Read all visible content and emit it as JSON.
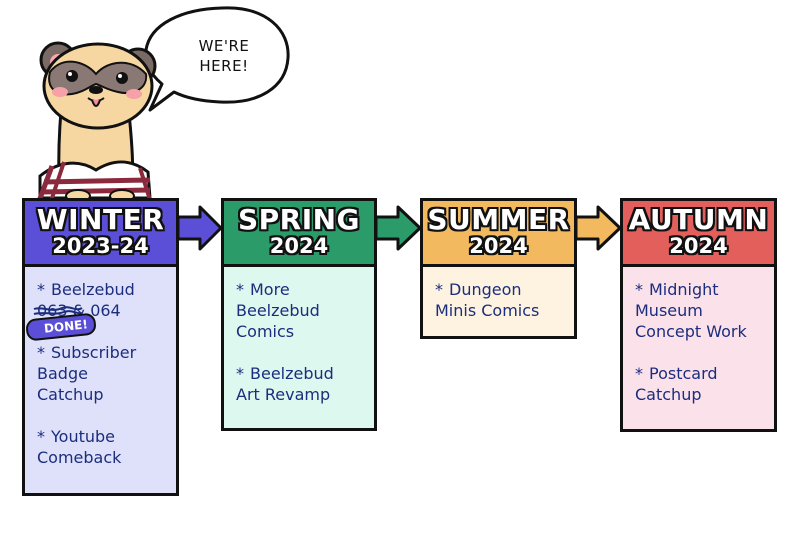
{
  "speech_bubble": {
    "text": "WE'RE\nHERE!"
  },
  "colors": {
    "winter": "#5b4fd8",
    "spring": "#2c9b6a",
    "summer": "#f2b95e",
    "autumn": "#e35f5c",
    "item_text": "#1c2d7e"
  },
  "seasons": [
    {
      "name": "WINTER",
      "year": "2023-24",
      "items": [
        "Beelzebud\n063 & 064",
        "Subscriber\nBadge\nCatchup",
        "Youtube\nComeback"
      ],
      "sticker": "DONE!"
    },
    {
      "name": "SPRING",
      "year": "2024",
      "items": [
        "More\nBeelzebud\nComics",
        "Beelzebud\nArt Revamp"
      ]
    },
    {
      "name": "SUMMER",
      "year": "2024",
      "items": [
        "Dungeon\nMinis Comics"
      ]
    },
    {
      "name": "AUTUMN",
      "year": "2024",
      "items": [
        "Midnight\nMuseum\nConcept Work",
        "Postcard\nCatchup"
      ]
    }
  ]
}
